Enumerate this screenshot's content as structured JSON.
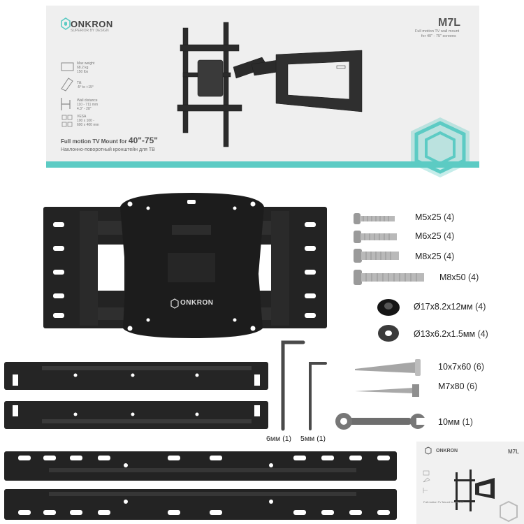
{
  "box": {
    "brand": "ONKRON",
    "brand_tagline": "SUPERIOR BY DESIGN",
    "model": "M7L",
    "desc_line1": "Full motion TV wall mount",
    "desc_line2": "for 40\" - 75\" screens",
    "specs": [
      {
        "line1": "Max weight",
        "line2": "68.2 kg",
        "line3": "150 lbs"
      },
      {
        "line1": "Tilt",
        "line2": "-5° to +15°",
        "line3": ""
      },
      {
        "line1": "Wall distance",
        "line2": "110 - 711 mm",
        "line3": "4.3\" - 28\""
      },
      {
        "line1": "VESA",
        "line2": "100 x 100 -",
        "line3": "600 x 400 mm"
      }
    ],
    "headline_prefix": "Full motion TV Mount for",
    "headline_size": "40\"-75\"",
    "headline_ru": "Наклонно-поворотный кронштейн для ТВ",
    "accent_color": "#5ccbc4"
  },
  "plate_brand": "ONKRON",
  "parts": [
    {
      "name": "M5x25",
      "qty": "(4)"
    },
    {
      "name": "M6x25",
      "qty": "(4)"
    },
    {
      "name": "M8x25",
      "qty": "(4)"
    },
    {
      "name": "M8x50",
      "qty": "(4)"
    },
    {
      "name": "Ø17x8.2x12мм",
      "qty": "(4)"
    },
    {
      "name": "Ø13x6.2x1.5мм",
      "qty": "(4)"
    },
    {
      "name": "10x7x60",
      "qty": "(6)"
    },
    {
      "name": "M7x80",
      "qty": "(6)"
    },
    {
      "name": "10мм",
      "qty": "(1)"
    }
  ],
  "hex_keys": [
    {
      "name": "6мм",
      "qty": "(1)"
    },
    {
      "name": "5мм",
      "qty": "(1)"
    }
  ],
  "mini_box": {
    "brand": "ONKRON",
    "model": "M7L",
    "headline": "Full motion TV Mount for 40\"-75\""
  }
}
